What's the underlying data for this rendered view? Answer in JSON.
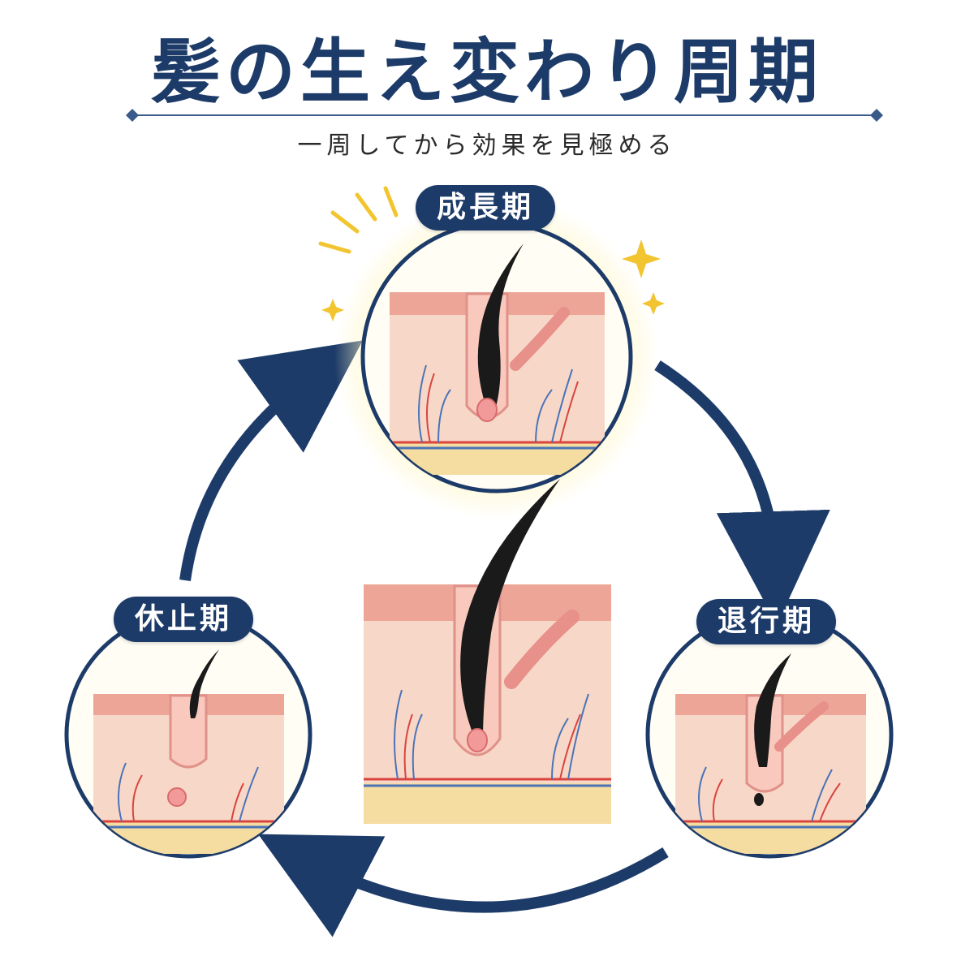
{
  "header": {
    "title": "髪の生え変わり周期",
    "subtitle": "一周してから効果を見極める"
  },
  "phases": {
    "growth": {
      "label": "成長期"
    },
    "regression": {
      "label": "退行期"
    },
    "resting": {
      "label": "休止期"
    }
  },
  "colors": {
    "navy": "#1d3b69",
    "skin": "#f7d8c8",
    "skin_dark": "#e9a89b",
    "fat": "#f5dca0",
    "hair": "#1a1a1a",
    "vein": "#4b73b8",
    "artery": "#d9443f",
    "glow": "#f7e27a"
  }
}
